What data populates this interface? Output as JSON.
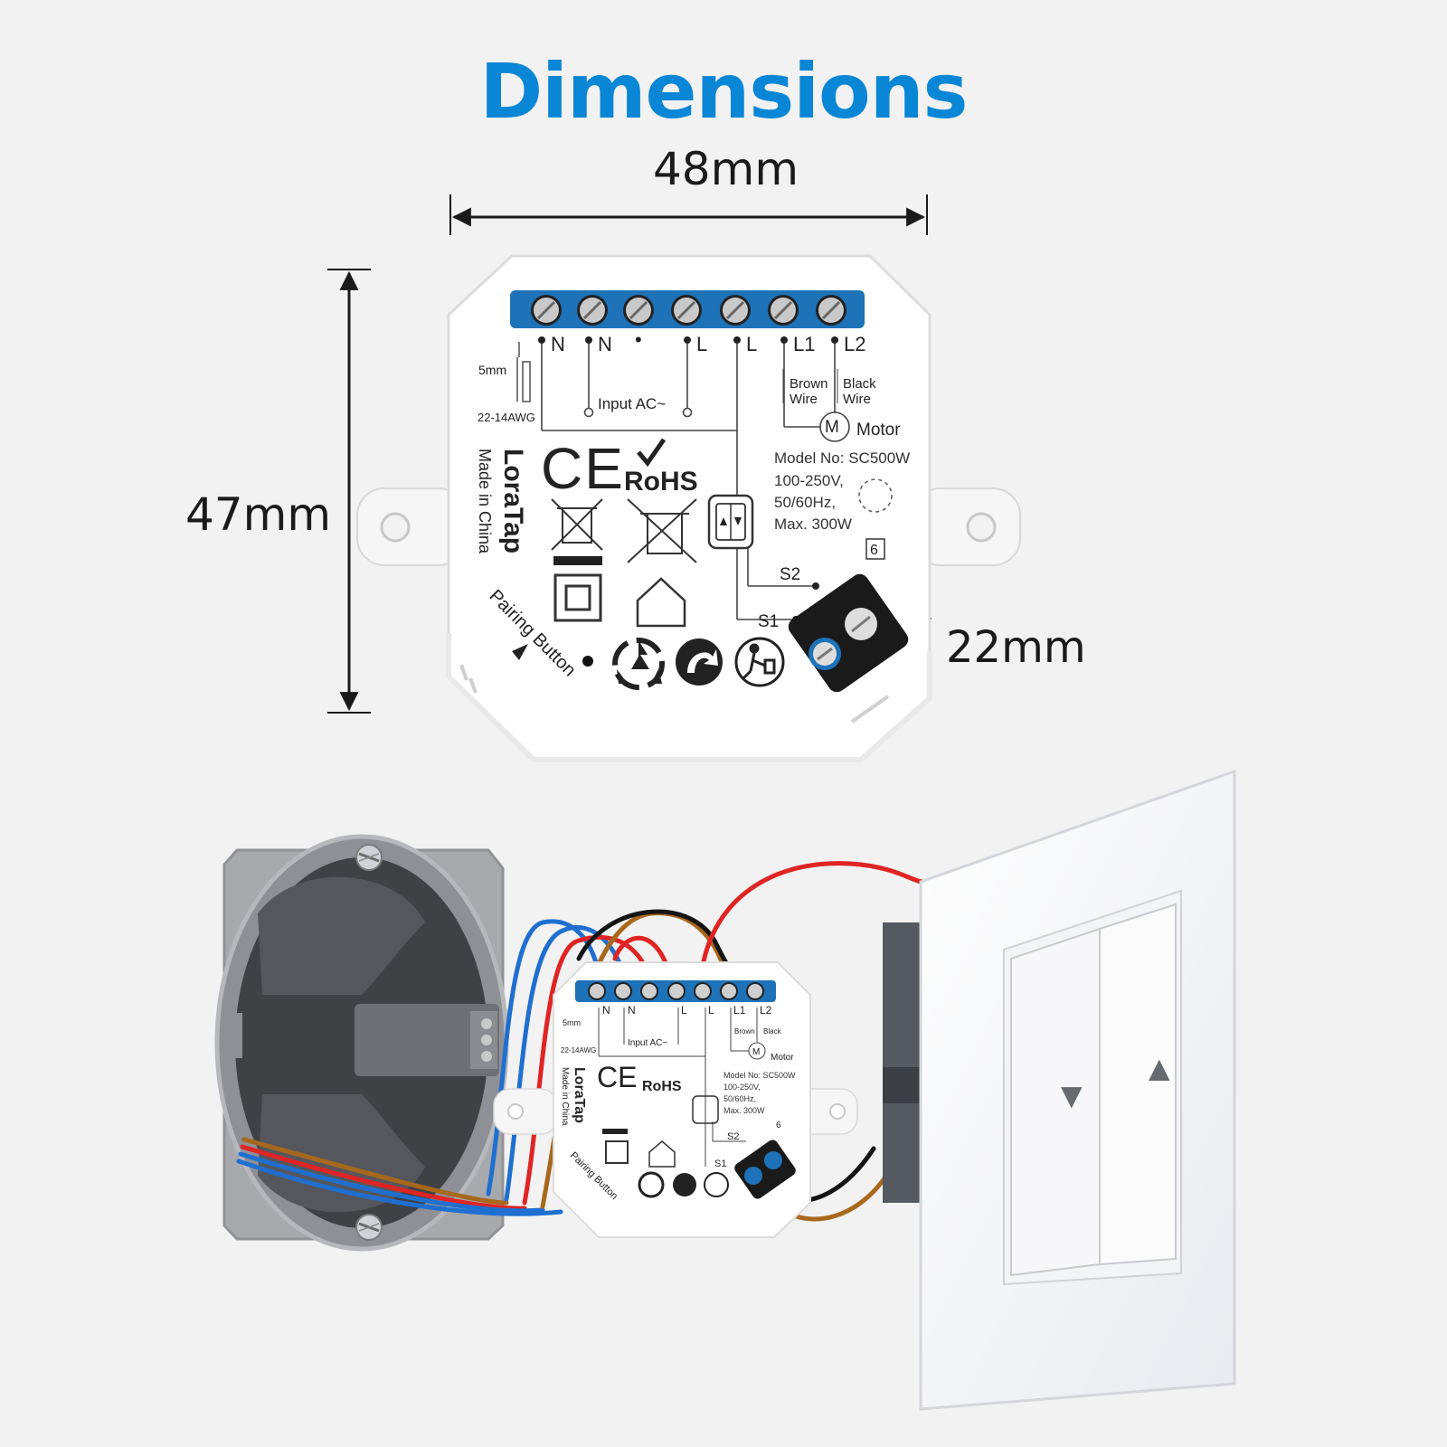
{
  "page": {
    "title": "Dimensions",
    "title_color": "#0a86d6",
    "background": "#f2f2f2"
  },
  "dimensions": {
    "width": "48mm",
    "height": "47mm",
    "depth": "22mm"
  },
  "device": {
    "terminal_labels": [
      "N",
      "N",
      "•",
      "L",
      "L",
      "L1",
      "L2"
    ],
    "strip_length": "5mm",
    "wire_gauge": "22-14AWG",
    "input_label": "Input  AC~",
    "brown_wire": [
      "Brown",
      "Wire"
    ],
    "black_wire": [
      "Black",
      "Wire"
    ],
    "motor_symbol": "M",
    "motor_label": "Motor",
    "brand": "LoraTap",
    "made_in": "Made in China",
    "ce_mark": "CE",
    "rohs_mark": "RoHS",
    "model": "Model No: SC500W",
    "voltage": "100-250V,",
    "frequency": "50/60Hz,",
    "power": "Max. 300W",
    "box_number": "6",
    "s2_label": "S2",
    "s1_label": "S1",
    "pairing_label": "Pairing Button",
    "terminal_color": "#1d72b8"
  },
  "wiring": {
    "wire_colors": {
      "blue": "#1f6fd0",
      "red": "#e02424",
      "brown": "#a8681c",
      "black": "#141414"
    },
    "switch_symbols": [
      "▼",
      "▲"
    ]
  }
}
